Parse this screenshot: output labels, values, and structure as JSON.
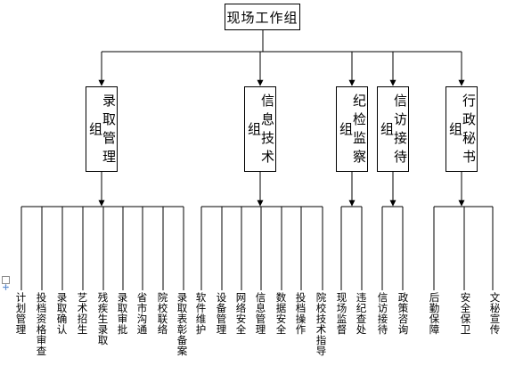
{
  "root": {
    "label": "现场工作组"
  },
  "departments": [
    {
      "id": "luqu",
      "label": "录取管理组",
      "items": [
        "计划管理",
        "投档资格审查",
        "录取确认",
        "艺术招生",
        "残疾生录取",
        "录取审批",
        "省市沟通",
        "院校联络",
        "录取表彰备案"
      ]
    },
    {
      "id": "xinxi",
      "label": "信息技术组",
      "items": [
        "软件维护",
        "设备管理",
        "网络安全",
        "信息管理",
        "数据安全",
        "投档操作",
        "院校技术指导"
      ]
    },
    {
      "id": "jijian",
      "label": "纪检监察组",
      "items": [
        "现场监督",
        "违纪查处"
      ]
    },
    {
      "id": "xinfang",
      "label": "信访接待组",
      "items": [
        "信访接待",
        "政策咨询"
      ]
    },
    {
      "id": "xingzheng",
      "label": "行政秘书组",
      "items": [
        "后勤保障",
        "安全保卫",
        "文秘宣传"
      ]
    }
  ],
  "colors": {
    "line": "#000000",
    "box_border": "#000000",
    "text": "#000000",
    "anchor": "#8c8c8c"
  },
  "icons": {
    "anchor": "move-anchor-icon"
  }
}
